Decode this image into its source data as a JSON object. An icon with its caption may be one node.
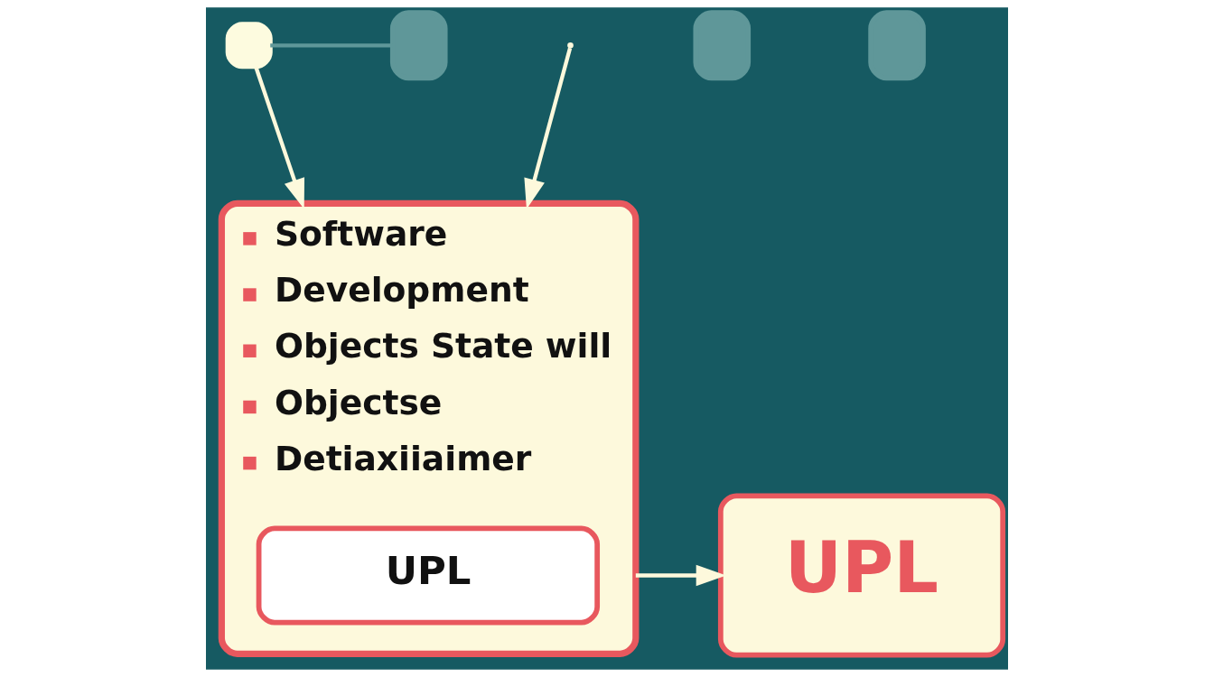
{
  "diagram": {
    "nodes": [
      {
        "text": [],
        "shape": "box"
      },
      {
        "text": [],
        "shape": "box"
      },
      {
        "text": [],
        "shape": "box"
      },
      {
        "text": [],
        "shape": "box"
      },
      {
        "text": [
          "Software",
          "Development",
          "Objects State will",
          "Objectse",
          "Detiaxiiaimer"
        ]
      },
      {
        "text": [
          "UPL"
        ],
        "in": 4
      },
      {
        "text": [
          "UPL"
        ]
      }
    ],
    "edges": [
      {
        "from": 0,
        "to": 1,
        "arrow": "none",
        "color": "#5f9799"
      },
      {
        "from": 0,
        "to": 4,
        "arrow": "to"
      },
      {
        "from": 4,
        "to": 6,
        "arrow": "to"
      },
      {
        "from": null,
        "to": 4,
        "arrow": "to"
      }
    ]
  }
}
